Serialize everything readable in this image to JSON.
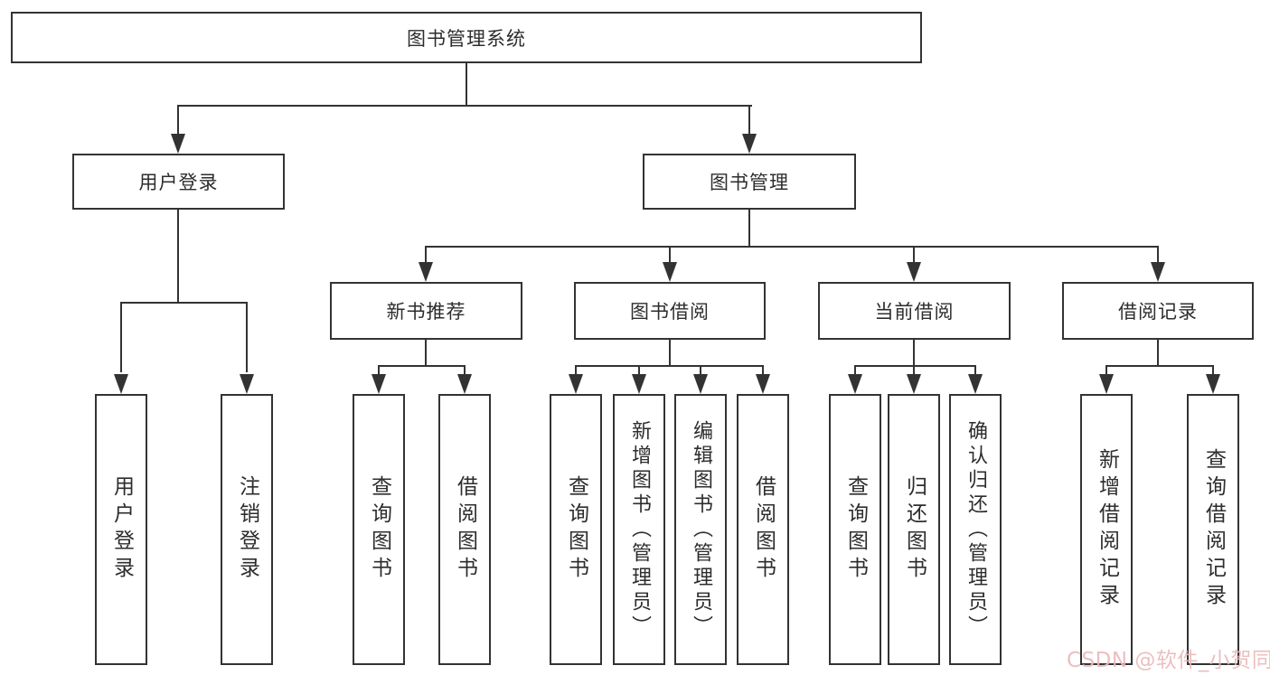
{
  "diagram": {
    "root": {
      "label": "图书管理系统"
    },
    "level2": [
      {
        "label": "用户登录"
      },
      {
        "label": "图书管理"
      }
    ],
    "level3": [
      {
        "label": "新书推荐"
      },
      {
        "label": "图书借阅"
      },
      {
        "label": "当前借阅"
      },
      {
        "label": "借阅记录"
      }
    ],
    "leaves": {
      "user_login": [
        {
          "label": "用户登录"
        },
        {
          "label": "注销登录"
        }
      ],
      "new_book": [
        {
          "label": "查询图书"
        },
        {
          "label": "借阅图书"
        }
      ],
      "borrow": [
        {
          "label": "查询图书"
        },
        {
          "label": "新增图书（管理员）"
        },
        {
          "label": "编辑图书（管理员）"
        },
        {
          "label": "借阅图书"
        }
      ],
      "current": [
        {
          "label": "查询图书"
        },
        {
          "label": "归还图书"
        },
        {
          "label": "确认归还（管理员）"
        }
      ],
      "records": [
        {
          "label": "新增借阅记录"
        },
        {
          "label": "查询借阅记录"
        }
      ]
    }
  },
  "watermark": {
    "text": "CSDN @软件_小贺同学",
    "color": "#e9baba"
  },
  "colors": {
    "line": "#333333",
    "box_background": "#ffffff",
    "page_background": "#ffffff"
  }
}
